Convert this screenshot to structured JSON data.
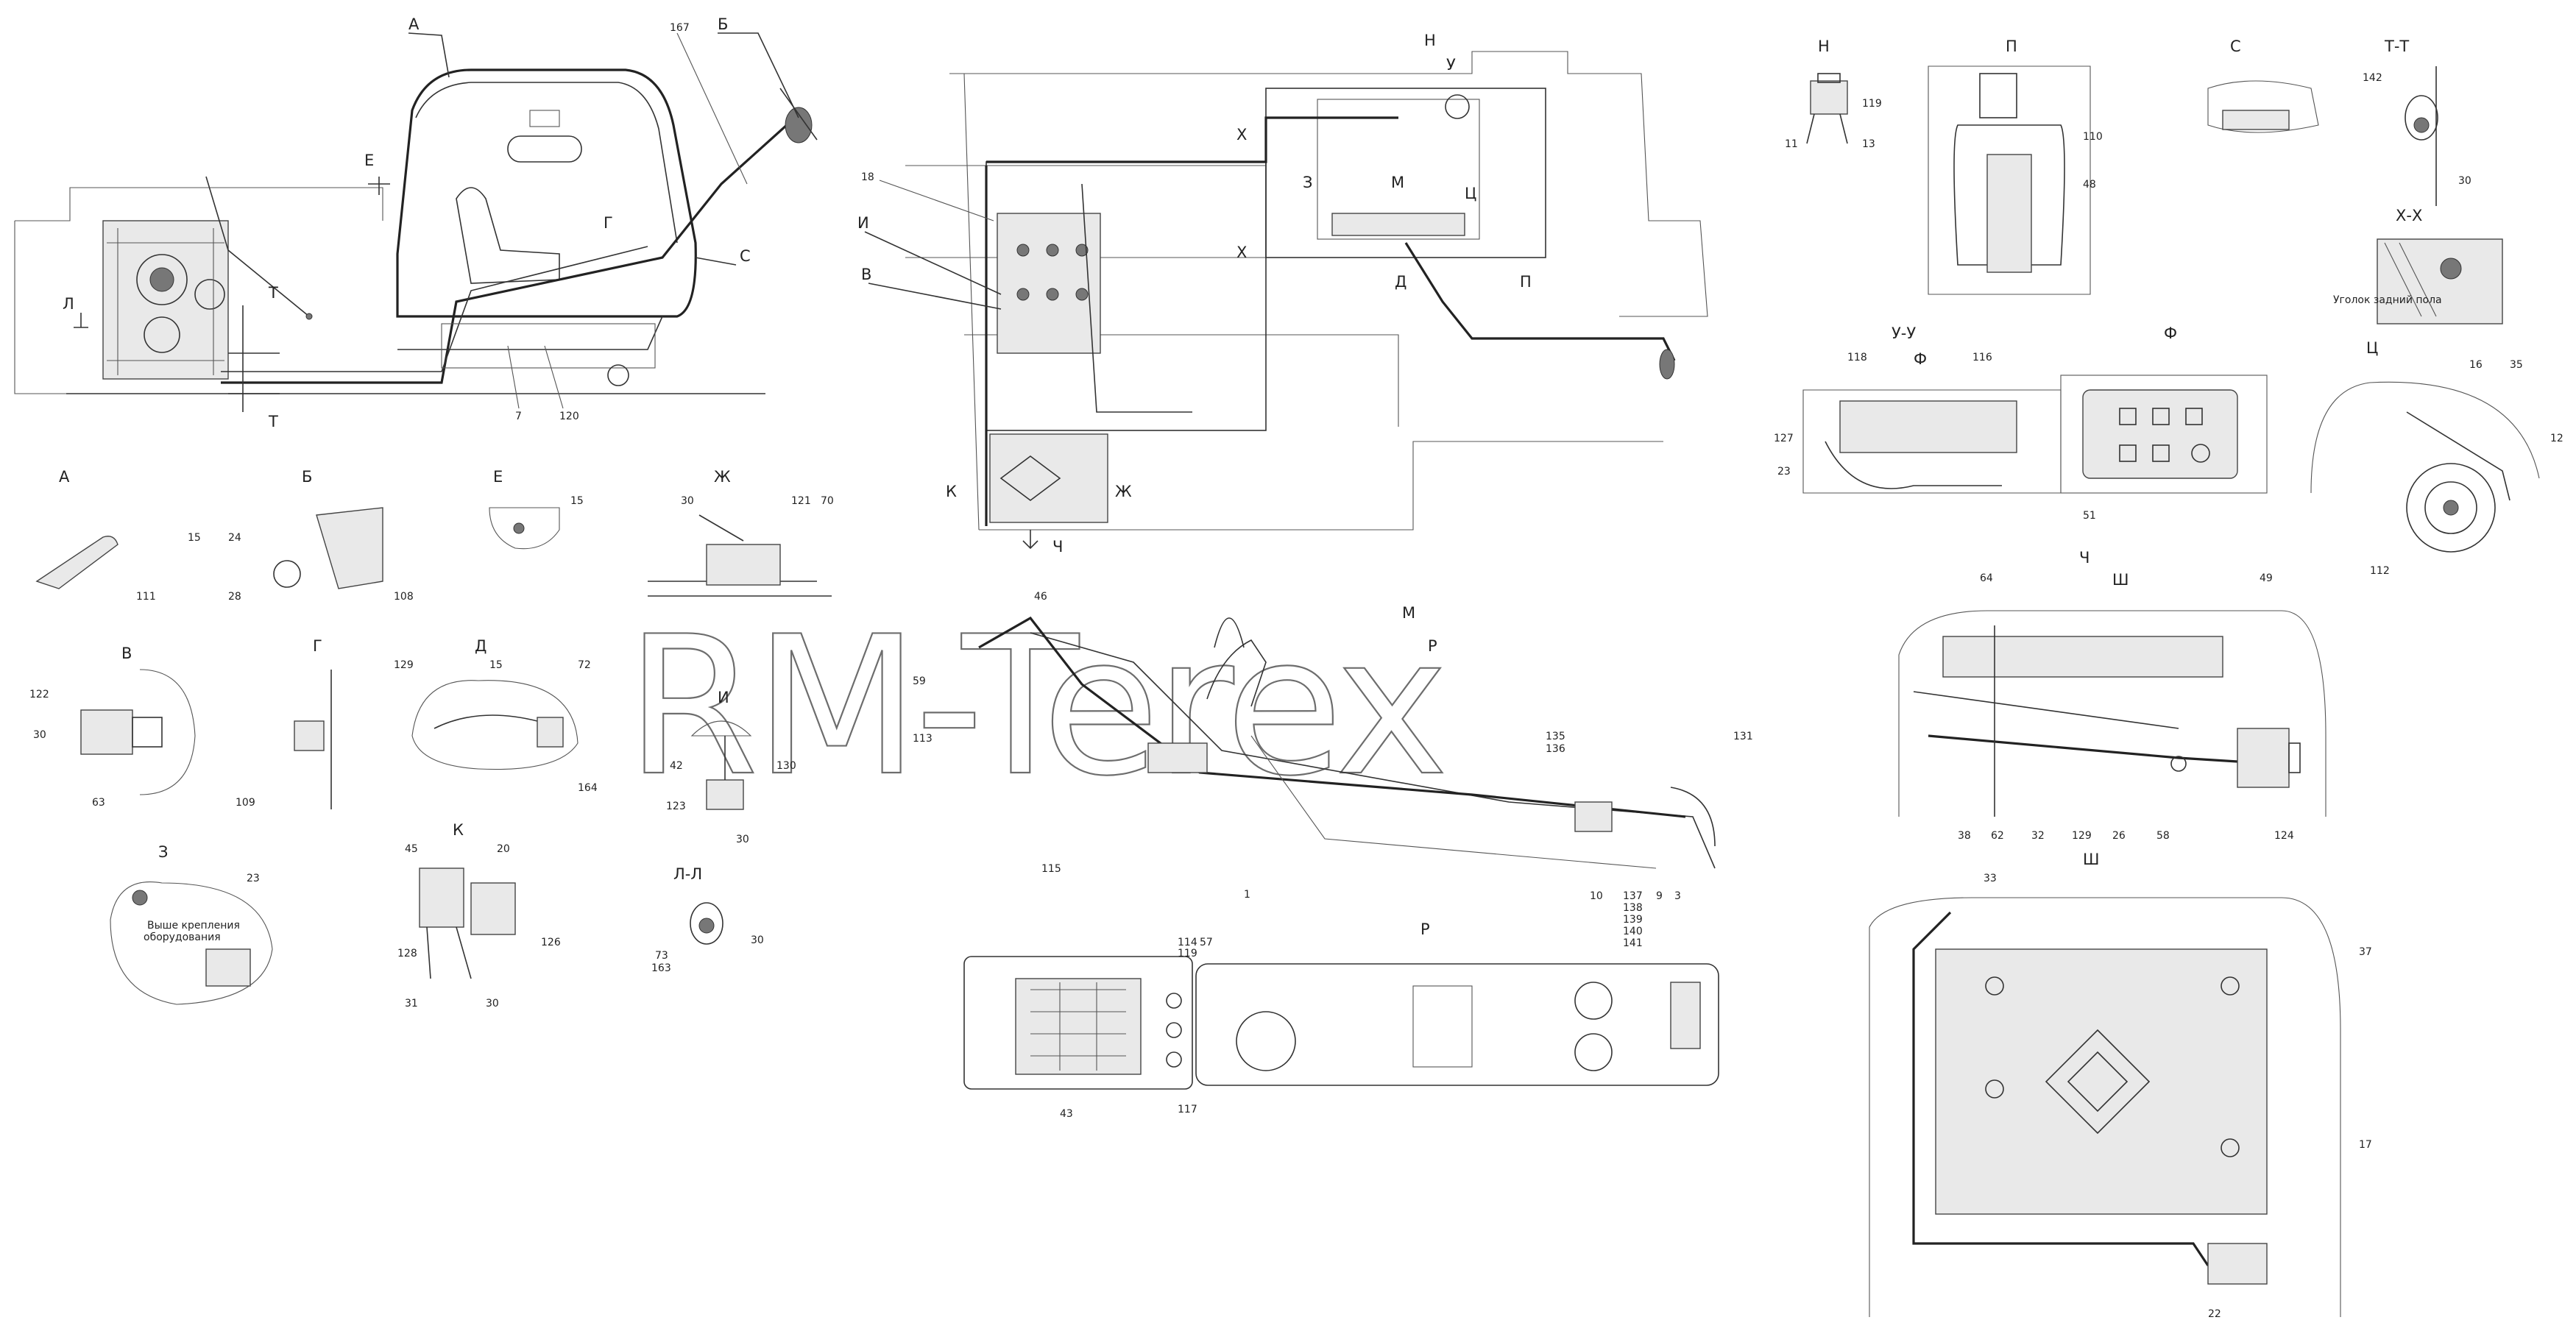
{
  "watermark": "RM-Terex",
  "view_titles": {
    "A": "А",
    "B": "Б",
    "V": "В",
    "G": "Г",
    "D": "Д",
    "E": "Е",
    "ZH": "Ж",
    "Z": "З",
    "I": "И",
    "K": "К",
    "L": "Л-Л",
    "M": "М",
    "N": "Н",
    "P": "П",
    "R": "Р",
    "S": "С",
    "T": "Т-Т",
    "U": "У-У",
    "F": "Ф",
    "H": "Х-Х",
    "TS": "Ц",
    "CH": "Ч",
    "SH": "Ш"
  },
  "main_marks": {
    "A": "А",
    "B": "Б",
    "E": "Е",
    "G": "Г",
    "S": "С",
    "L": "Л",
    "T": "Т",
    "N": "Н",
    "U": "У",
    "X": "Х",
    "Z": "З",
    "M": "М",
    "TS": "Ц",
    "D": "Д",
    "P": "П",
    "I": "И",
    "V": "В",
    "K": "К",
    "ZH": "Ж",
    "CH": "Ч",
    "F": "Ф",
    "R": "Р",
    "SH": "Ш"
  },
  "notes": {
    "floor_heat": "Уголок задний пола",
    "place": "Выше крепления",
    "place2": "оборудования"
  },
  "callouts": {
    "c167": "167",
    "c7": "7",
    "c120": "120",
    "c18": "18",
    "c119": "119",
    "c11": "11",
    "c13": "13",
    "c110": "110",
    "c48": "48",
    "c142": "142",
    "c30": "30",
    "c15": "15",
    "c111": "111",
    "c24": "24",
    "c28": "28",
    "c108": "108",
    "c121": "121",
    "c70": "70",
    "c122": "122",
    "c63": "63",
    "c109": "109",
    "c129": "129",
    "c72": "72",
    "c164": "164",
    "c42": "42",
    "c123": "123",
    "c130": "130",
    "c46": "46",
    "c59": "59",
    "c113": "113",
    "c115": "115",
    "c1": "1",
    "c135": "135",
    "c136": "136",
    "c131": "131",
    "c10": "10",
    "c9": "9",
    "c3": "3",
    "c137": "137",
    "c138": "138",
    "c139": "139",
    "c140": "140",
    "c141": "141",
    "c118": "118",
    "c116": "116",
    "c127": "127",
    "c23": "23",
    "c51": "51",
    "c16": "16",
    "c35": "35",
    "c12": "12",
    "c112": "112",
    "c64": "64",
    "c49": "49",
    "c38": "38",
    "c62": "62",
    "c32": "32",
    "c26": "26",
    "c58": "58",
    "c124": "124",
    "c45": "45",
    "c20": "20",
    "c126": "126",
    "c128": "128",
    "c31": "31",
    "c73": "73",
    "c163": "163",
    "c114": "114",
    "c57": "57",
    "c117": "117",
    "c43": "43",
    "c33": "33",
    "c37": "37",
    "c17": "17",
    "c22": "22"
  }
}
